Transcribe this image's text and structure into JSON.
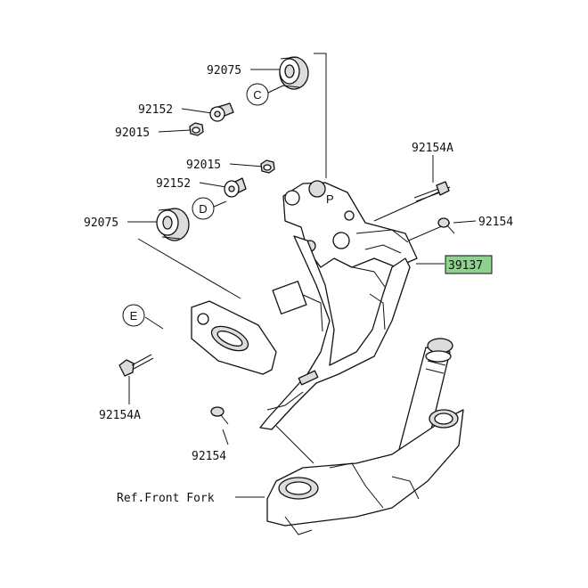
{
  "labels": {
    "l1": "92075",
    "l2": "92152",
    "l3": "92015",
    "l4": "92015",
    "l5": "92152",
    "l6": "92075",
    "l7": "92154A",
    "l8": "92154",
    "l9": "39137",
    "l10": "92154A",
    "l11": "92154",
    "ref": "Ref.Front Fork"
  },
  "callouts": {
    "c": "C",
    "d": "D",
    "e": "E"
  },
  "colors": {
    "highlight": "#8fd18f",
    "line": "#111111"
  }
}
